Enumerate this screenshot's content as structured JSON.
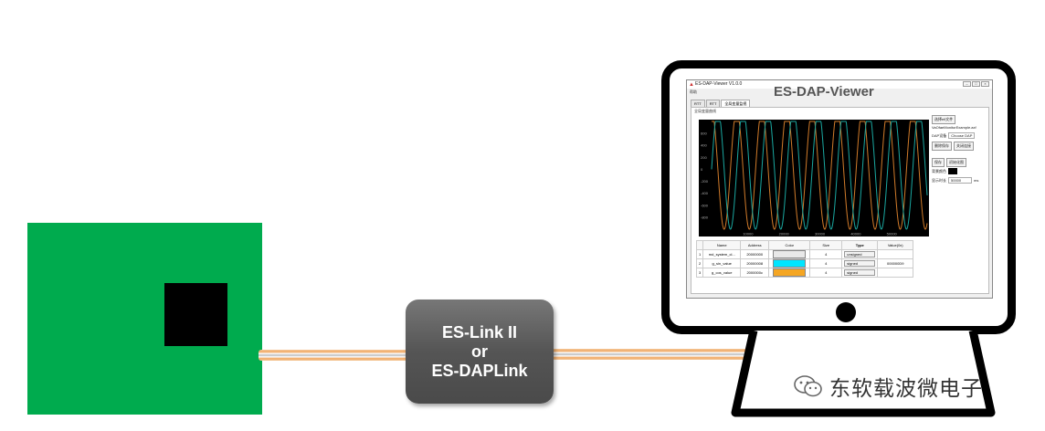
{
  "colors": {
    "board": "#00ab4e",
    "chip": "#000000",
    "cable_outer": "#f0a862",
    "cable_core": "#b9b9b9",
    "link_box": "#5a5a5a",
    "plot_bg": "#000000",
    "trace_orange": "#d07b2a",
    "trace_teal": "#1aa7a0",
    "cyan_swatch": "#00e5ff",
    "orange_swatch": "#f5a623"
  },
  "link_box": {
    "line1": "ES-Link II",
    "line2": "or",
    "line3": "ES-DAPLink"
  },
  "app": {
    "window_title": "ES-DAP-Viewer V1.0.0",
    "menu": "帮助",
    "overlay_title": "ES-DAP-Viewer",
    "tabs": [
      "RTT",
      "RTT",
      "全局变量监视"
    ],
    "panel_label": "全局变量曲线",
    "side": {
      "select_elf": "选择elf文件",
      "elf_name": "VaOfaeMonitorExample.axf",
      "dap_label": "DAP设备",
      "dap_value": "Choose DAP",
      "delete_btn": "删除保存",
      "close_btn": "关闭连接",
      "save_btn": "保存",
      "init_btn": "初始化图",
      "bg_color_label": "背景颜色",
      "show_time_label": "显示时长",
      "show_time_value": "50000",
      "show_time_unit": "ms"
    },
    "table": {
      "headers": [
        "",
        "Name",
        "Address",
        "Color",
        "Size",
        "Type",
        "Value(0x)"
      ],
      "rows": [
        {
          "idx": "1",
          "name": "md_system_cl...",
          "address": "20000000",
          "color": "#e8e8e8",
          "size": "4",
          "type": "unsigned",
          "value": ""
        },
        {
          "idx": "2",
          "name": "g_sin_value",
          "address": "20000008",
          "color": "#00e5ff",
          "size": "4",
          "type": "signed",
          "value": "000000D9"
        },
        {
          "idx": "3",
          "name": "g_cos_value",
          "address": "2000000c",
          "color": "#f5a623",
          "size": "4",
          "type": "signed",
          "value": ""
        }
      ]
    }
  },
  "chart_data": {
    "type": "line",
    "x": [
      0,
      60000
    ],
    "xticks": [
      "10000",
      "20000",
      "30000",
      "40000",
      "50000"
    ],
    "yticks": [
      "600",
      "400",
      "200",
      "0",
      "-200",
      "-400",
      "-600",
      "-800"
    ],
    "ylim": [
      -1000,
      800
    ],
    "series": [
      {
        "color": "#d07b2a",
        "amplitude": 1000,
        "phase_deg": 90,
        "period": 7000
      },
      {
        "color": "#1aa7a0",
        "amplitude": 1000,
        "phase_deg": 0,
        "period": 7000
      }
    ]
  },
  "watermark": {
    "text": "东软载波微电子"
  }
}
